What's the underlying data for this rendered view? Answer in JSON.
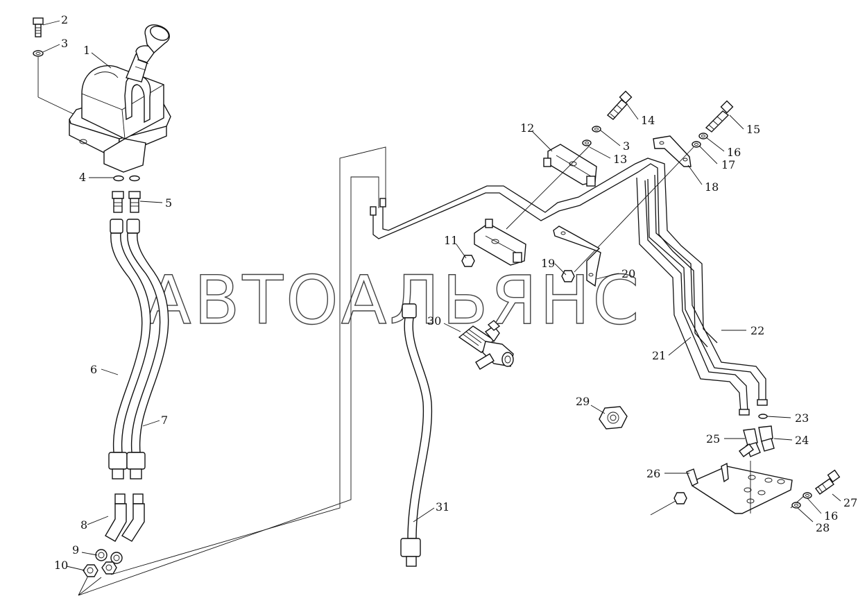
{
  "watermark": "АВТОАЛЬЯНС",
  "callouts": [
    {
      "id": "c1",
      "text": "1"
    },
    {
      "id": "c2",
      "text": "2"
    },
    {
      "id": "c3a",
      "text": "3"
    },
    {
      "id": "c4",
      "text": "4"
    },
    {
      "id": "c5",
      "text": "5"
    },
    {
      "id": "c6",
      "text": "6"
    },
    {
      "id": "c7",
      "text": "7"
    },
    {
      "id": "c8",
      "text": "8"
    },
    {
      "id": "c9",
      "text": "9"
    },
    {
      "id": "c10",
      "text": "10"
    },
    {
      "id": "c11",
      "text": "11"
    },
    {
      "id": "c12",
      "text": "12"
    },
    {
      "id": "c13",
      "text": "13"
    },
    {
      "id": "c3b",
      "text": "3"
    },
    {
      "id": "c14",
      "text": "14"
    },
    {
      "id": "c15",
      "text": "15"
    },
    {
      "id": "c16a",
      "text": "16"
    },
    {
      "id": "c17",
      "text": "17"
    },
    {
      "id": "c18",
      "text": "18"
    },
    {
      "id": "c19",
      "text": "19"
    },
    {
      "id": "c20",
      "text": "20"
    },
    {
      "id": "c21",
      "text": "21"
    },
    {
      "id": "c22",
      "text": "22"
    },
    {
      "id": "c23",
      "text": "23"
    },
    {
      "id": "c24",
      "text": "24"
    },
    {
      "id": "c25",
      "text": "25"
    },
    {
      "id": "c26",
      "text": "26"
    },
    {
      "id": "c27",
      "text": "27"
    },
    {
      "id": "c16b",
      "text": "16"
    },
    {
      "id": "c28",
      "text": "28"
    },
    {
      "id": "c29",
      "text": "29"
    },
    {
      "id": "c30",
      "text": "30"
    },
    {
      "id": "c31",
      "text": "31"
    }
  ]
}
